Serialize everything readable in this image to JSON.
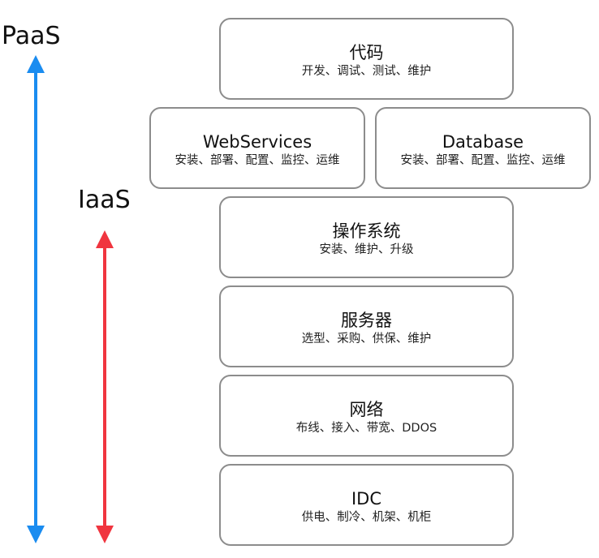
{
  "labels": {
    "paas": "PaaS",
    "iaas": "IaaS"
  },
  "colors": {
    "paas_arrow": "#1a8cf0",
    "iaas_arrow": "#f0353f",
    "box_border": "#8c8c8c"
  },
  "layers": {
    "code": {
      "title": "代码",
      "subtitle": "开发、调试、测试、维护"
    },
    "webservices": {
      "title": "WebServices",
      "subtitle": "安装、部署、配置、监控、运维"
    },
    "database": {
      "title": "Database",
      "subtitle": "安装、部署、配置、监控、运维"
    },
    "os": {
      "title": "操作系统",
      "subtitle": "安装、维护、升级"
    },
    "server": {
      "title": "服务器",
      "subtitle": "选型、采购、供保、维护"
    },
    "network": {
      "title": "网络",
      "subtitle": "布线、接入、带宽、DDOS"
    },
    "idc": {
      "title": "IDC",
      "subtitle": "供电、制冷、机架、机柜"
    }
  }
}
